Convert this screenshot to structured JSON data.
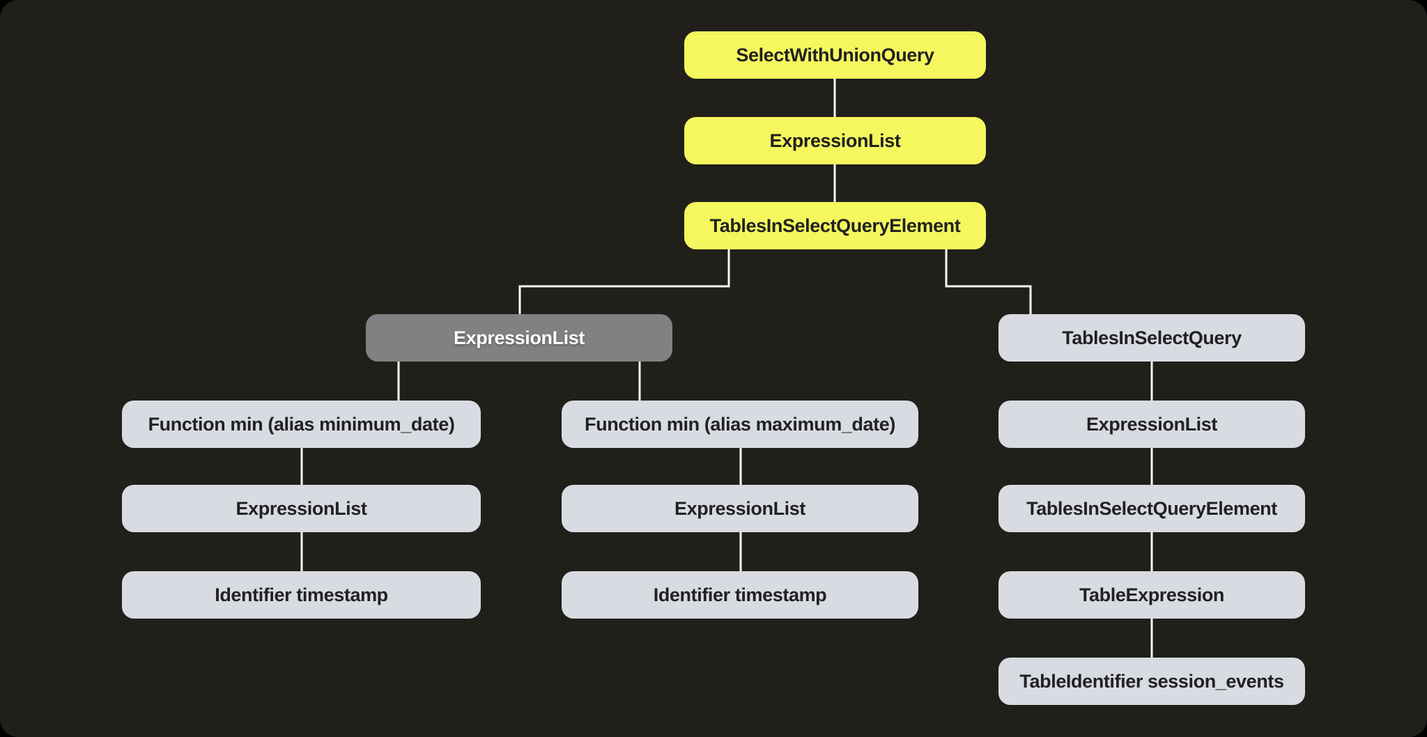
{
  "palette": {
    "background": "#201f1a",
    "frame": "#000000",
    "node_yellow": "#f5f75e",
    "node_selected_gray": "#818184",
    "node_light": "#d8dbe1",
    "text_dark": "#212121",
    "text_light": "#ffffff",
    "connector": "#f8f8f5"
  },
  "diagram": {
    "type": "ast-tree",
    "nodes": [
      {
        "id": "n0",
        "label": "SelectWithUnionQuery",
        "variant": "yellow"
      },
      {
        "id": "n1",
        "label": "ExpressionList",
        "variant": "yellow"
      },
      {
        "id": "n2",
        "label": "TablesInSelectQueryElement",
        "variant": "yellow"
      },
      {
        "id": "n3",
        "label": "ExpressionList",
        "variant": "selected"
      },
      {
        "id": "n4",
        "label": "TablesInSelectQuery",
        "variant": "light"
      },
      {
        "id": "n5",
        "label": "Function min (alias minimum_date)",
        "variant": "light"
      },
      {
        "id": "n6",
        "label": "Function min (alias maximum_date)",
        "variant": "light"
      },
      {
        "id": "n7",
        "label": "ExpressionList",
        "variant": "light"
      },
      {
        "id": "n8",
        "label": "ExpressionList",
        "variant": "light"
      },
      {
        "id": "n9",
        "label": "ExpressionList",
        "variant": "light"
      },
      {
        "id": "n10",
        "label": "TablesInSelectQueryElement",
        "variant": "light"
      },
      {
        "id": "n11",
        "label": "Identifier timestamp",
        "variant": "light"
      },
      {
        "id": "n12",
        "label": "Identifier timestamp",
        "variant": "light"
      },
      {
        "id": "n13",
        "label": "TableExpression",
        "variant": "light"
      },
      {
        "id": "n14",
        "label": "TableIdentifier session_events",
        "variant": "light"
      }
    ],
    "edges": [
      [
        "n0",
        "n1"
      ],
      [
        "n1",
        "n2"
      ],
      [
        "n2",
        "n3"
      ],
      [
        "n2",
        "n4"
      ],
      [
        "n3",
        "n5"
      ],
      [
        "n3",
        "n6"
      ],
      [
        "n4",
        "n7"
      ],
      [
        "n5",
        "n8"
      ],
      [
        "n6",
        "n9"
      ],
      [
        "n7",
        "n10"
      ],
      [
        "n8",
        "n11"
      ],
      [
        "n9",
        "n12"
      ],
      [
        "n10",
        "n13"
      ],
      [
        "n13",
        "n14"
      ]
    ]
  }
}
